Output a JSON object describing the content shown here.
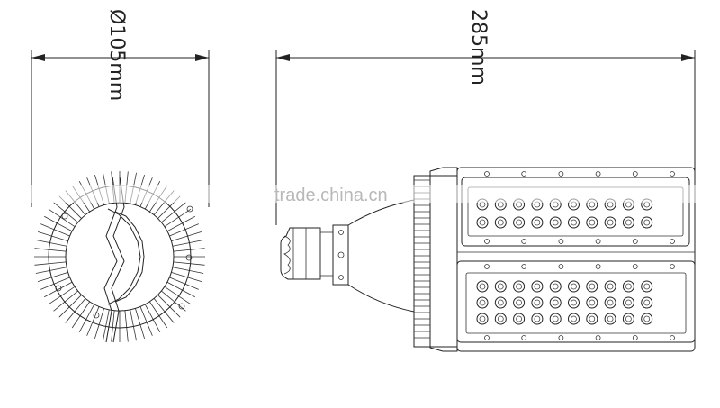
{
  "diagram": {
    "left_dimension": "Ø105mm",
    "right_dimension": "285mm",
    "watermark": "trade.china.cn",
    "led_module_top": {
      "rows": 2,
      "cols": 10
    },
    "led_module_bottom": {
      "rows": 3,
      "cols": 10
    }
  }
}
